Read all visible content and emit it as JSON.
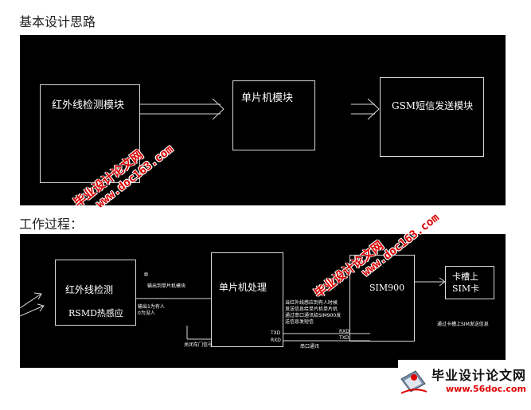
{
  "section1": {
    "title": "基本设计思路",
    "boxes": {
      "infrared": "红外线检测模块",
      "mcu": "单片机模块",
      "gsm": "GSM短信发送模块"
    }
  },
  "section2": {
    "title": "工作过程：",
    "boxes": {
      "infrared_line1": "红外线检测",
      "infrared_line2": "RSMD热感应",
      "mcu": "单片机处理",
      "sim900": "SIM900",
      "sim_card": "卡槽上SIM卡"
    },
    "labels": {
      "output_to_mcu": "输出到单片机模块",
      "output_line1": "输出1为有人",
      "output_line2": "0为没人",
      "close_door": "关闭车门信号",
      "mcu_note_1": "当红外线感应到有人时候",
      "mcu_note_2": "发送信息给单片机单片机",
      "mcu_note_3": "通过串口通讯给SIM900发",
      "mcu_note_4": "送信息发短信",
      "txd_left": "TXD",
      "rxd_left": "RXD",
      "rxd_right": "RXD",
      "txd_right": "TXD",
      "serial": "串口通讯",
      "via_sim": "通过卡槽上SIM发送信息"
    }
  },
  "watermark": {
    "brand": "毕业设计论文网",
    "url": "www.doc163.com"
  },
  "logo": {
    "brand": "毕业设计论文网",
    "url": "www.56doc.com"
  },
  "colors": {
    "panel": "#000000",
    "lines": "#d8d8d8",
    "watermark": "#d80000"
  }
}
